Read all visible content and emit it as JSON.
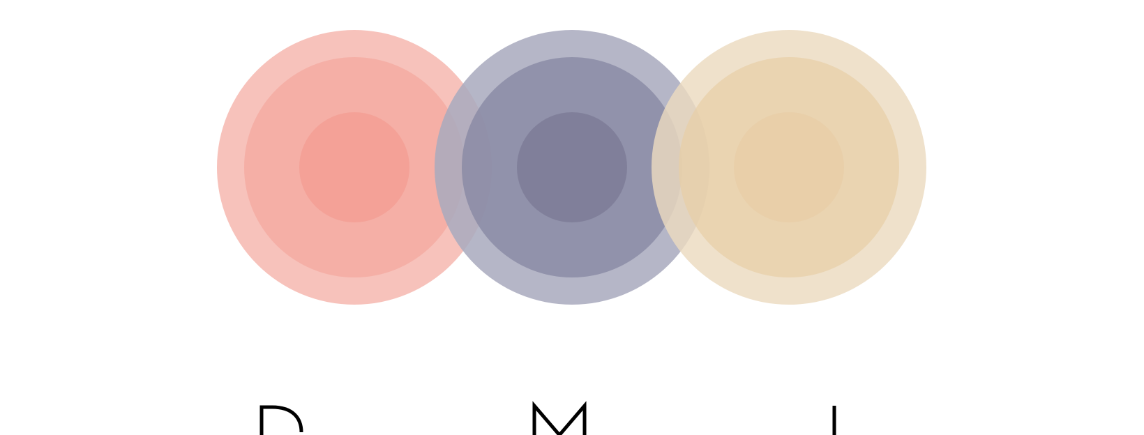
{
  "logo": {
    "letters": [
      "D",
      "M",
      "I"
    ],
    "circles": [
      {
        "name": "coral",
        "outer": "#f7c1ba",
        "middle": "#f4a89f",
        "inner": "#f29a8f"
      },
      {
        "name": "slate",
        "outer": "#a9aabe",
        "middle": "#8788a3",
        "inner": "#797893"
      },
      {
        "name": "sand",
        "outer": "#ecdac0",
        "middle": "#e8cea6",
        "inner": "#e7c9a1"
      }
    ],
    "letter_color": "#000000"
  }
}
